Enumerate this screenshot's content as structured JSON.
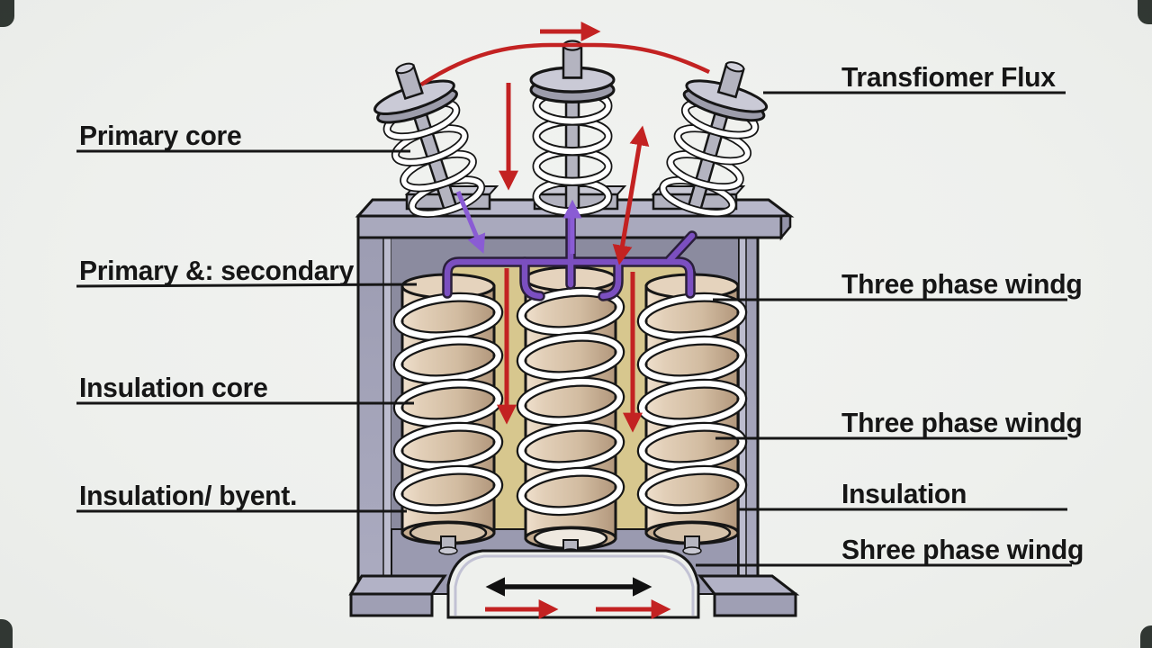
{
  "title": "Three phase transformer cutaway diagram",
  "diagram": {
    "labels_left": [
      {
        "text": "Primary core"
      },
      {
        "text": "Primary &: secondary"
      },
      {
        "text": "Insulation core"
      },
      {
        "text": "Insulation/ byent."
      }
    ],
    "labels_right": [
      {
        "text": "Transfiomer Flux"
      },
      {
        "text": "Three phase windg"
      },
      {
        "text": "Three phase windg"
      },
      {
        "text": "Insulation"
      },
      {
        "text": "Shree phase windg"
      }
    ],
    "colors": {
      "background": "#eef0ed",
      "tank_wall": "#a3a3b8",
      "tank_lid": "#b7b7ca",
      "interior": "#8b8b9f",
      "core_panel": "#d7c78e",
      "winding_tan": "#d2bca1",
      "coil_white": "#ffffff",
      "outline": "#161616",
      "flux_red": "#c32222",
      "conductor_purple": "#7b4fc0"
    }
  }
}
